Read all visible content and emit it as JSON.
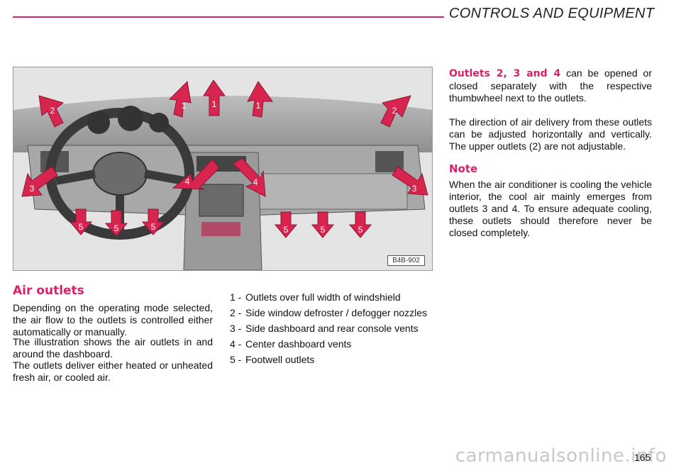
{
  "header": {
    "title": "CONTROLS AND EQUIPMENT"
  },
  "figure": {
    "code": "B4B-902",
    "markers": [
      "1",
      "1",
      "1",
      "2",
      "2",
      "3",
      "3",
      "4",
      "4",
      "5",
      "5",
      "5",
      "5",
      "5",
      "5"
    ]
  },
  "section": {
    "heading": "Air outlets",
    "paragraphs": [
      "Depending on the operating mode selected, the air flow to the outlets is controlled either automatically or manually.",
      "The illustration shows the air outlets in and around the dashboard.",
      "The outlets deliver either heated or unheated fresh air, or cooled air."
    ]
  },
  "legend": [
    {
      "num": "1 -",
      "text": "Outlets over full width of windshield"
    },
    {
      "num": "2 -",
      "text": "Side window defroster / defogger nozzles"
    },
    {
      "num": "3 -",
      "text": "Side dashboard and rear console vents"
    },
    {
      "num": "4 -",
      "text": "Center dashboard vents"
    },
    {
      "num": "5 -",
      "text": "Footwell outlets"
    }
  ],
  "right_column": {
    "outlets_lead": "Outlets 2, 3 and 4",
    "outlets_text": " can be opened or closed separately with the respective thumbwheel next to the outlets.",
    "direction_text": "The direction of air delivery from these outlets can be adjusted horizontally and vertically. The upper outlets (2) are not adjustable.",
    "note_heading": "Note",
    "note_text": "When the air conditioner is cooling the vehicle interior, the cool air mainly emerges from outlets 3 and 4. To ensure adequate cooling, these outlets should therefore never be closed completely."
  },
  "page_number": "165",
  "watermark": "carmanualsonline.info",
  "colors": {
    "accent": "#d6216b",
    "arrow": "#d8254f"
  }
}
